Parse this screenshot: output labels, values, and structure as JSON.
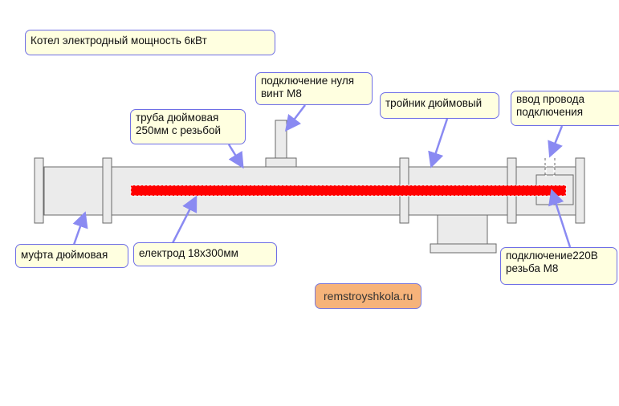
{
  "labels": {
    "title": "Котел электродный мощность  6кВт",
    "ground": "подключение нуля\nвинт М8",
    "pipe": "труба дюймовая\n250мм с резьбой",
    "tee": "тройник дюймовый",
    "wire_entry": "ввод провода\nподключения",
    "coupling": "муфта дюймовая",
    "electrode": "електрод 18х300мм",
    "connection": "подключение220В\nрезьба М8"
  },
  "watermark": "remstroyshkola.ru",
  "colors": {
    "body": "#ebebeb",
    "outline": "#6a6a6a",
    "electrode": "#ff0000",
    "callout_bg": "#ffffe0",
    "callout_border": "#6e6ee6",
    "arrow": "#8a8af2",
    "watermark_bg": "#f6b37a"
  }
}
